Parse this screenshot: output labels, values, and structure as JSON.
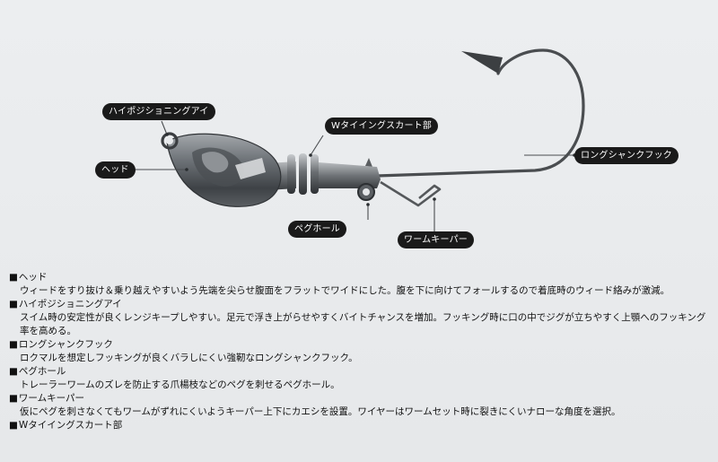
{
  "labels": {
    "eye": "ハイポジショニングアイ",
    "skirt": "Wタイイングスカート部",
    "head": "ヘッド",
    "hook": "ロングシャンクフック",
    "peg": "ペグホール",
    "keeper": "ワームキーパー"
  },
  "descriptions": [
    {
      "title": "ヘッド",
      "text": "ウィードをすり抜け＆乗り越えやすいよう先端を尖らせ腹面をフラットでワイドにした。腹を下に向けてフォールするので着底時のウィード絡みが激減。"
    },
    {
      "title": "ハイポジショニングアイ",
      "text": "スイム時の安定性が良くレンジキープしやすい。足元で浮き上がらせやすくバイトチャンスを増加。フッキング時に口の中でジグが立ちやすく上顎へのフッキング率を高める。"
    },
    {
      "title": "ロングシャンクフック",
      "text": "ロクマルを想定しフッキングが良くバラしにくい強靭なロングシャンクフック。"
    },
    {
      "title": "ペグホール",
      "text": "トレーラーワームのズレを防止する爪楊枝などのペグを刺せるペグホール。"
    },
    {
      "title": "ワームキーパー",
      "text": "仮にペグを刺さなくてもワームがずれにくいようキーパー上下にカエシを設置。ワイヤーはワームセット時に裂きにくいナローな角度を選択。"
    },
    {
      "title": "Wタイイングスカート部",
      "text": ""
    }
  ]
}
